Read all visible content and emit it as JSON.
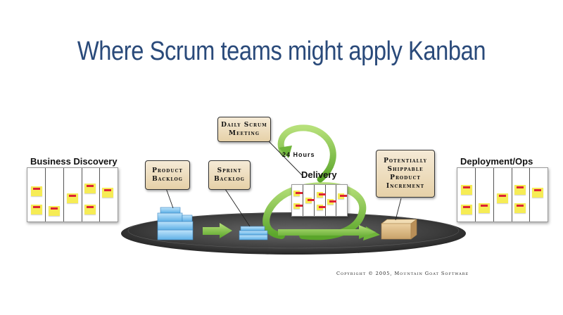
{
  "title": "Where Scrum teams might apply Kanban",
  "labels": {
    "business_discovery": "Business Discovery",
    "deployment_ops": "Deployment/Ops",
    "delivery": "Delivery",
    "hours": "24 Hours"
  },
  "callouts": {
    "daily_scrum": "Daily Scrum\nMeeting",
    "product_backlog": "Product\nBacklog",
    "sprint_backlog": "Sprint\nBacklog",
    "increment": "Potentially\nShippable\nProduct\nIncrement"
  },
  "copyright": "Copyright © 2005, Mountain Goat Software",
  "colors": {
    "title": "#2a4a7a",
    "callout_fill": "#efe0c2",
    "arrow_green": "#7fc241",
    "platform": "#3a3a3a",
    "sticky": "#f6ec55"
  }
}
